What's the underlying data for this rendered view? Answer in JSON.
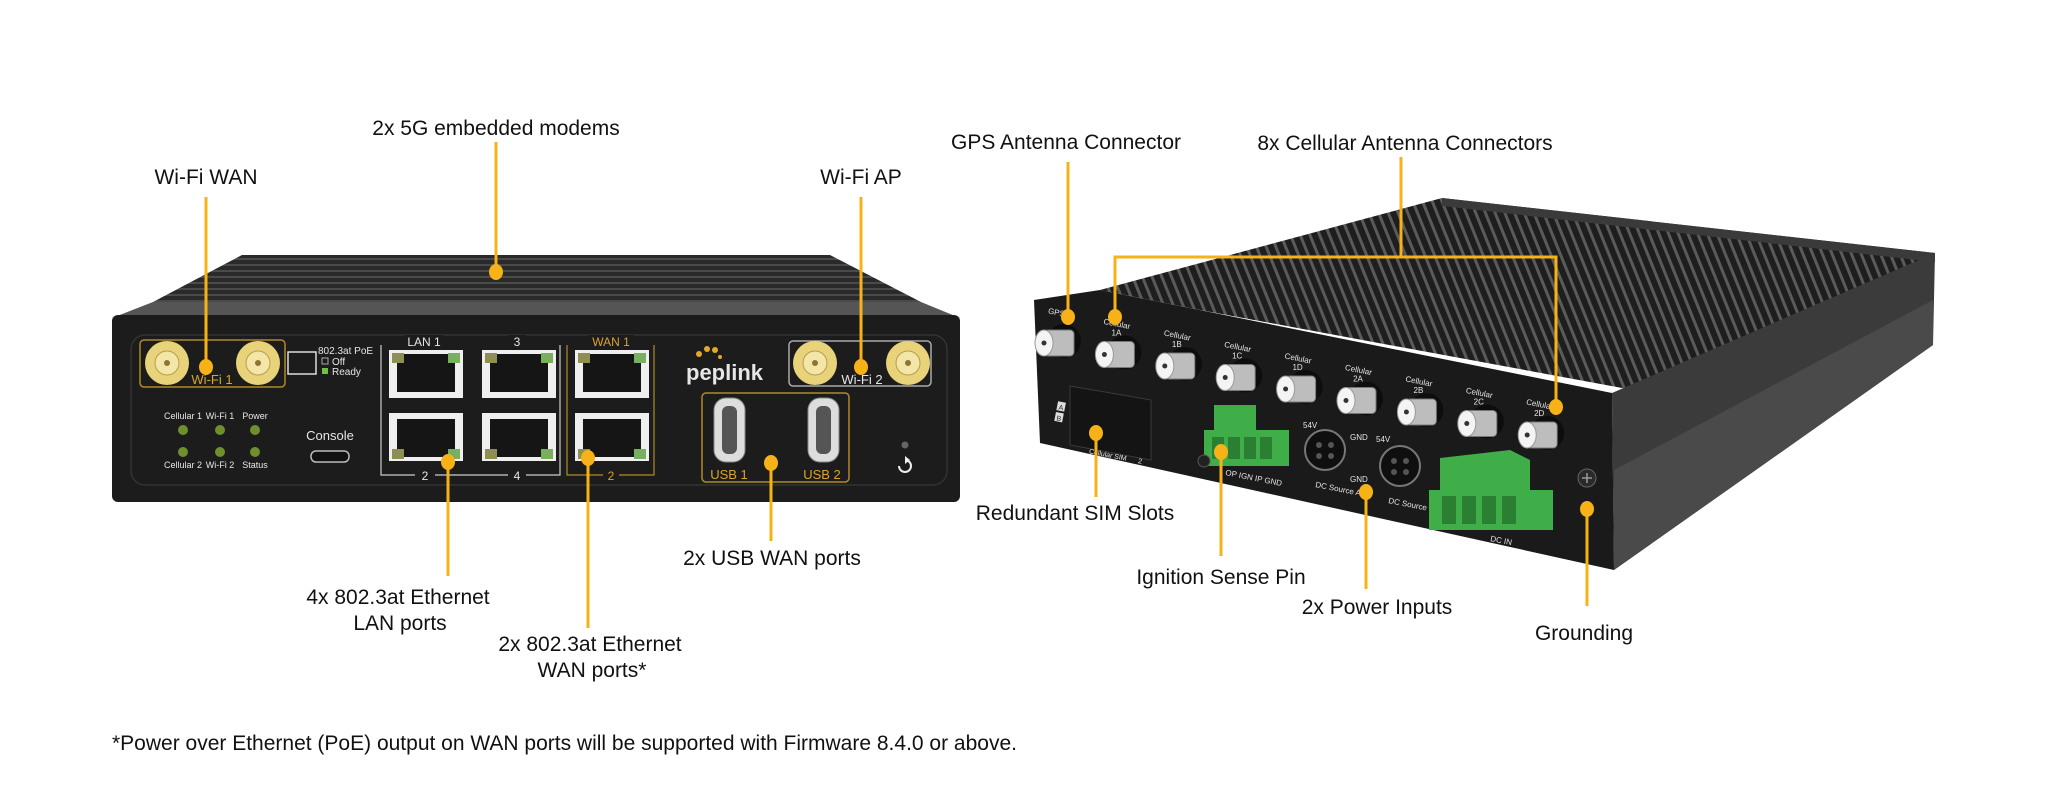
{
  "colors": {
    "callout": "#F7B217",
    "device_body": "#1c1c1c",
    "terminal_green": "#3fae49",
    "antenna_gold": "#e8d27a",
    "led_green": "#6f8f2c"
  },
  "callouts": {
    "modems": "2x 5G embedded modems",
    "wifi_wan": "Wi-Fi WAN",
    "wifi_ap": "Wi-Fi AP",
    "lan_line1": "4x 802.3at Ethernet",
    "lan_line2": "LAN ports",
    "wan_line1": "2x 802.3at Ethernet",
    "wan_line2": "WAN ports*",
    "usb": "2x USB WAN ports",
    "gps": "GPS Antenna Connector",
    "cellular": "8x Cellular Antenna Connectors",
    "sim": "Redundant SIM Slots",
    "ignition": "Ignition Sense Pin",
    "power": "2x Power Inputs",
    "grounding": "Grounding"
  },
  "footnote": "*Power over Ethernet (PoE) output on WAN ports will be supported with Firmware 8.4.0 or above.",
  "front_panel": {
    "wifi1": "Wi-Fi 1",
    "wifi2": "Wi-Fi 2",
    "poe_title": "802.3at PoE",
    "poe_off": "Off",
    "poe_ready": "Ready",
    "led_labels_top": [
      "Cellular 1",
      "Wi-Fi 1",
      "Power"
    ],
    "led_labels_bottom": [
      "Cellular 2",
      "Wi-Fi 2",
      "Status"
    ],
    "console": "Console",
    "lan_top": [
      "LAN 1",
      "3"
    ],
    "lan_bottom": [
      "2",
      "4"
    ],
    "wan_top": "WAN 1",
    "wan_bottom": "2",
    "logo": "peplink",
    "usb1": "USB 1",
    "usb2": "USB 2"
  },
  "rear_panel": {
    "connectors": [
      {
        "name": "GPS",
        "sub": ""
      },
      {
        "name": "Cellular",
        "sub": "1A"
      },
      {
        "name": "Cellular",
        "sub": "1B"
      },
      {
        "name": "Cellular",
        "sub": "1C"
      },
      {
        "name": "Cellular",
        "sub": "1D"
      },
      {
        "name": "Cellular",
        "sub": "2A"
      },
      {
        "name": "Cellular",
        "sub": "2B"
      },
      {
        "name": "Cellular",
        "sub": "2C"
      },
      {
        "name": "Cellular",
        "sub": "2D"
      }
    ],
    "sim_a": "A",
    "sim_b": "B",
    "sim_label": "Cellular SIM",
    "sim_2": "2",
    "ignition_pins": "OP IGN IP GND",
    "v54": "54V",
    "gnd": "GND",
    "dc_a": "DC Source A",
    "dc_b": "DC Source B",
    "dc_in": "DC IN"
  }
}
